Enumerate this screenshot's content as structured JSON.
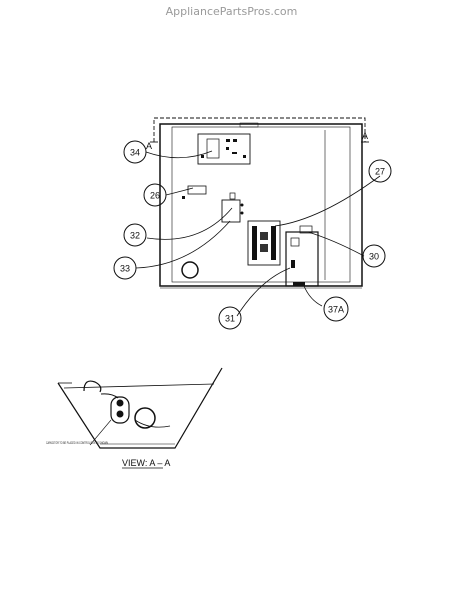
{
  "watermark": "AppliancePartsPros.com",
  "section_marker": "A",
  "callouts": [
    "34",
    "26",
    "27",
    "32",
    "33",
    "30",
    "31",
    "37A"
  ],
  "view_label": "VIEW: A – A",
  "note_text": "CAPACITOR TO BE PLACED IN CONTROL BOX AS SHOWN"
}
